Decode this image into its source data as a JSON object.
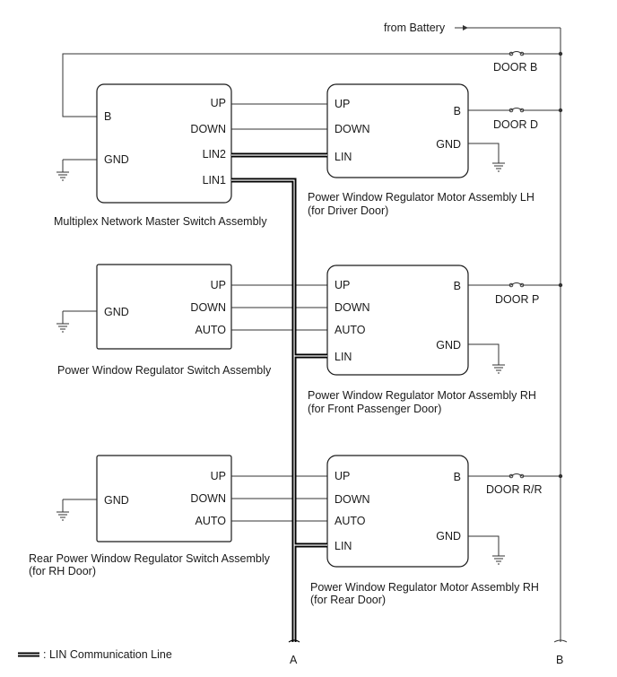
{
  "battery_label": "from Battery",
  "fuses": {
    "door_b": "DOOR B",
    "door_d": "DOOR D",
    "door_p": "DOOR P",
    "door_rr": "DOOR R/R"
  },
  "master_switch": {
    "pins": {
      "b": "B",
      "gnd": "GND",
      "up": "UP",
      "down": "DOWN",
      "lin2": "LIN2",
      "lin1": "LIN1"
    },
    "caption": "Multiplex Network Master Switch Assembly"
  },
  "motor_lh": {
    "pins": {
      "up": "UP",
      "down": "DOWN",
      "lin": "LIN",
      "b": "B",
      "gnd": "GND"
    },
    "caption_line1": "Power Window Regulator Motor Assembly LH",
    "caption_line2": "(for Driver Door)"
  },
  "front_switch": {
    "pins": {
      "gnd": "GND",
      "up": "UP",
      "down": "DOWN",
      "auto": "AUTO"
    },
    "caption": "Power Window Regulator Switch Assembly"
  },
  "motor_rh_front": {
    "pins": {
      "up": "UP",
      "down": "DOWN",
      "auto": "AUTO",
      "lin": "LIN",
      "b": "B",
      "gnd": "GND"
    },
    "caption_line1": "Power Window Regulator Motor Assembly RH",
    "caption_line2": "(for Front Passenger Door)"
  },
  "rear_switch": {
    "pins": {
      "gnd": "GND",
      "up": "UP",
      "down": "DOWN",
      "auto": "AUTO"
    },
    "caption_line1": "Rear Power Window Regulator Switch Assembly",
    "caption_line2": "(for RH Door)"
  },
  "motor_rh_rear": {
    "pins": {
      "up": "UP",
      "down": "DOWN",
      "auto": "AUTO",
      "lin": "LIN",
      "b": "B",
      "gnd": "GND"
    },
    "caption_line1": "Power Window Regulator Motor Assembly RH",
    "caption_line2": "(for Rear Door)"
  },
  "terminals": {
    "a": "A",
    "b": "B"
  },
  "legend": {
    "text": ": LIN Communication Line"
  }
}
